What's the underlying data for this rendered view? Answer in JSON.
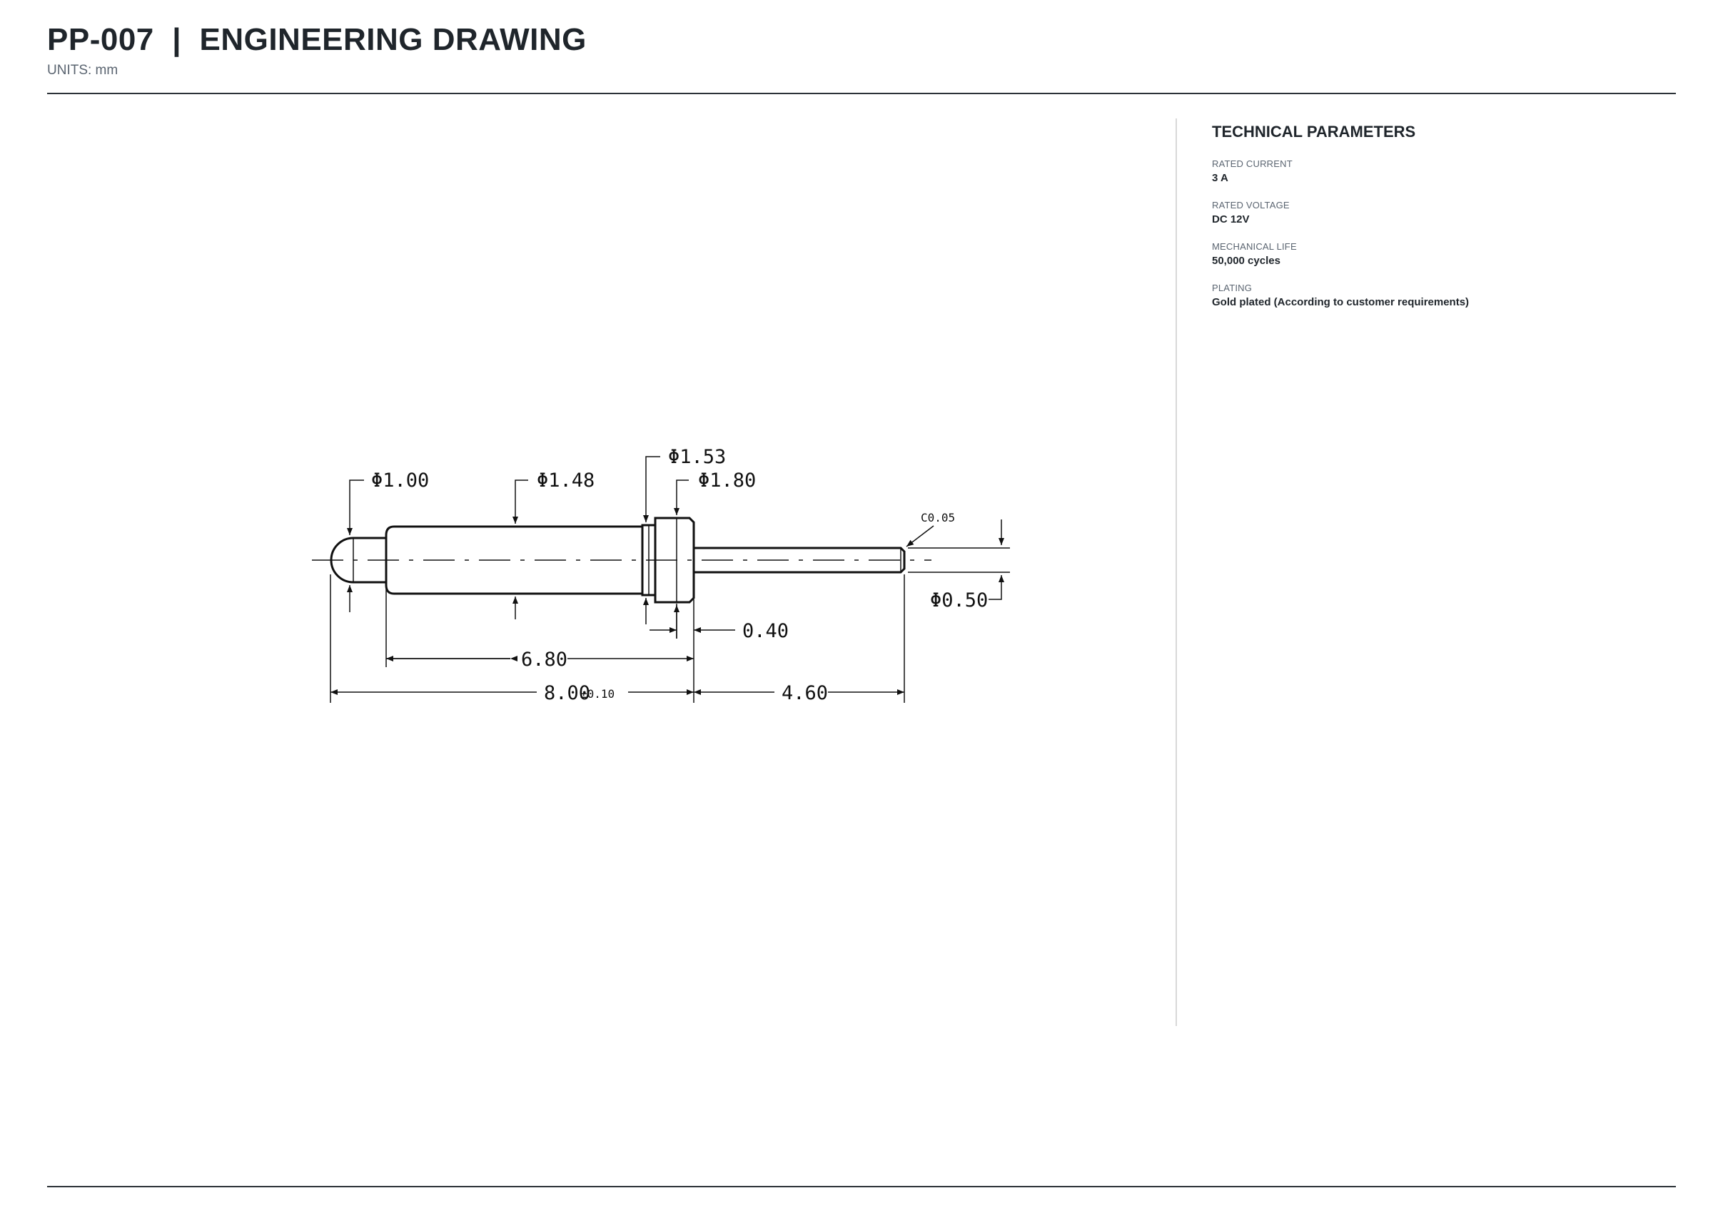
{
  "header": {
    "title": "PP-007  |  ENGINEERING DRAWING",
    "units": "UNITS: mm"
  },
  "parameters": {
    "title": "TECHNICAL PARAMETERS",
    "items": [
      {
        "label": "RATED CURRENT",
        "value": "3 A"
      },
      {
        "label": "RATED VOLTAGE",
        "value": "DC 12V"
      },
      {
        "label": "MECHANICAL LIFE",
        "value": "50,000 cycles"
      },
      {
        "label": "PLATING",
        "value": "Gold plated (According to customer requirements)"
      }
    ]
  },
  "drawing": {
    "dim_tip_dia": "Φ1.00",
    "dim_barrel_dia": "Φ1.48",
    "dim_ring_dia": "Φ1.53",
    "dim_flange_dia": "Φ1.80",
    "dim_chamfer": "C0.05",
    "dim_tail_dia": "Φ0.50",
    "dim_flange_width": "0.40",
    "dim_barrel_length": "6.80",
    "dim_overall_length": "8.00",
    "dim_overall_tolerance": "±0.10",
    "dim_tail_length": "4.60"
  }
}
